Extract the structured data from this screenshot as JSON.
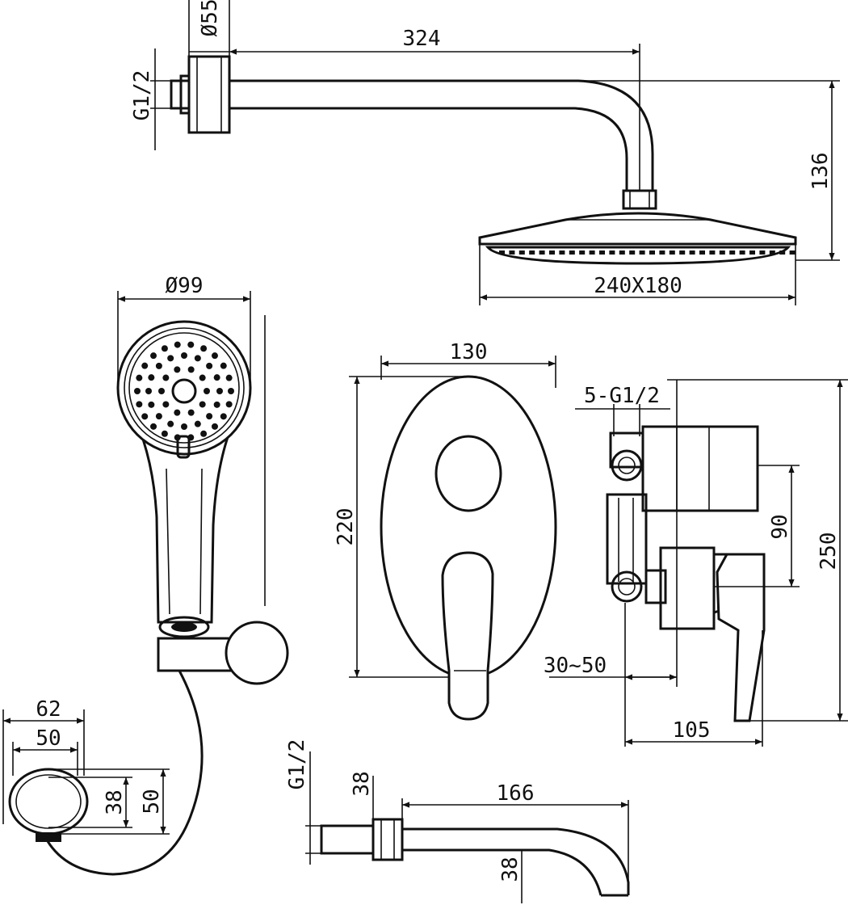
{
  "diagram": {
    "shower_arm": {
      "thread": "G1/2",
      "diameter": "Ø55",
      "length": "324",
      "height": "136",
      "head_size": "240X180"
    },
    "hand_shower": {
      "diameter": "Ø99"
    },
    "holder": {
      "width_outer": "62",
      "width_inner": "50",
      "height_inner": "38",
      "height_outer": "50"
    },
    "mixer_front": {
      "width": "130",
      "height": "220"
    },
    "mixer_side": {
      "outlets": "5-G1/2",
      "spacing": "90",
      "total_height": "250",
      "wall_depth": "30~50",
      "depth": "105"
    },
    "spout": {
      "thread": "G1/2",
      "flange": "38",
      "length": "166",
      "outlet": "38"
    }
  }
}
